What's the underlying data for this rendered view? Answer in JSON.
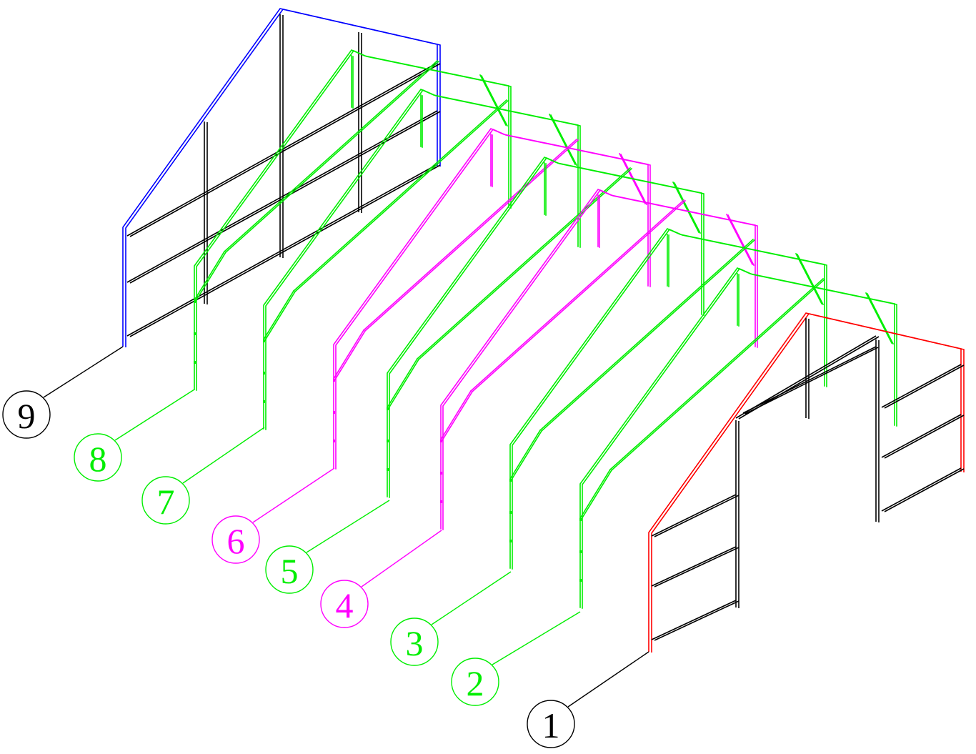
{
  "colors": {
    "end_wall_front": "#ff0000",
    "end_wall_back": "#0000ff",
    "intermediate": "#00ee00",
    "highlight": "#ff00ff",
    "structure": "#000000"
  },
  "frames": [
    {
      "id": "1",
      "label": "1",
      "role": "end-frame-front",
      "color": "#ff0000"
    },
    {
      "id": "2",
      "label": "2",
      "role": "intermediate-frame",
      "color": "#00ee00"
    },
    {
      "id": "3",
      "label": "3",
      "role": "intermediate-frame",
      "color": "#00ee00"
    },
    {
      "id": "4",
      "label": "4",
      "role": "intermediate-frame",
      "color": "#ff00ff"
    },
    {
      "id": "5",
      "label": "5",
      "role": "intermediate-frame",
      "color": "#00ee00"
    },
    {
      "id": "6",
      "label": "6",
      "role": "intermediate-frame",
      "color": "#ff00ff"
    },
    {
      "id": "7",
      "label": "7",
      "role": "intermediate-frame",
      "color": "#00ee00"
    },
    {
      "id": "8",
      "label": "8",
      "role": "intermediate-frame",
      "color": "#00ee00"
    },
    {
      "id": "9",
      "label": "9",
      "role": "end-frame-back",
      "color": "#0000ff"
    }
  ]
}
